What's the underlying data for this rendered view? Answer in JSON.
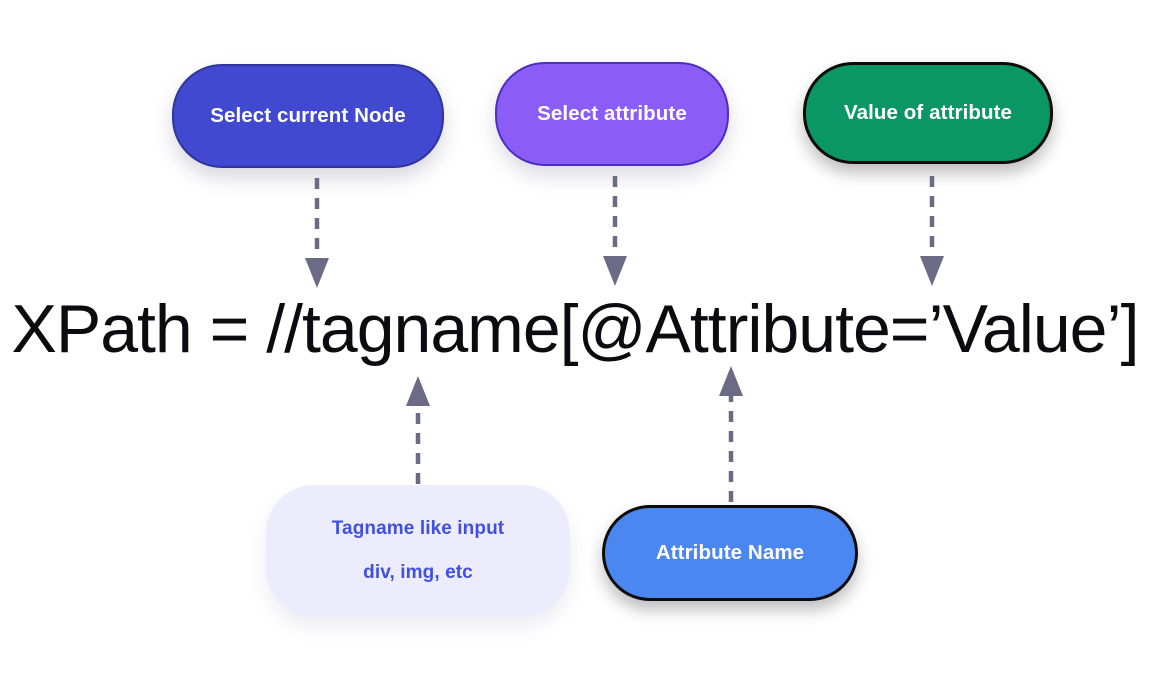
{
  "diagram": {
    "title": "XPath syntax annotated diagram",
    "background_color": "#ffffff",
    "expression": "XPath = //tagname[@Attribute=’Value’]",
    "arrow_color": "#6b6b85",
    "callouts": [
      {
        "id": "select-node",
        "label": "Select current Node",
        "fill": "#4049cf",
        "border": "#31349e",
        "text_color": "#ffffff",
        "points_to": "//",
        "direction": "down"
      },
      {
        "id": "select-attribute",
        "label": "Select attribute",
        "fill": "#8b5cf6",
        "border": "#4c2ec4",
        "text_color": "#ffffff",
        "points_to": "[",
        "direction": "down"
      },
      {
        "id": "value-attribute",
        "label": "Value of attribute",
        "fill": "#0a9765",
        "border": "#0b0b0b",
        "text_color": "#ffffff",
        "points_to": "’Value’",
        "direction": "down"
      },
      {
        "id": "tagname",
        "label_line1": "Tagname like input",
        "label_line2": "div, img, etc",
        "fill": "#edecfc",
        "border": "none",
        "text_color": "#4050e0",
        "points_to": "tagname",
        "direction": "up"
      },
      {
        "id": "attribute-name",
        "label": "Attribute Name",
        "fill": "#4a87f0",
        "border": "#0b0b0b",
        "text_color": "#ffffff",
        "points_to": "@Attribute",
        "direction": "up"
      }
    ]
  }
}
